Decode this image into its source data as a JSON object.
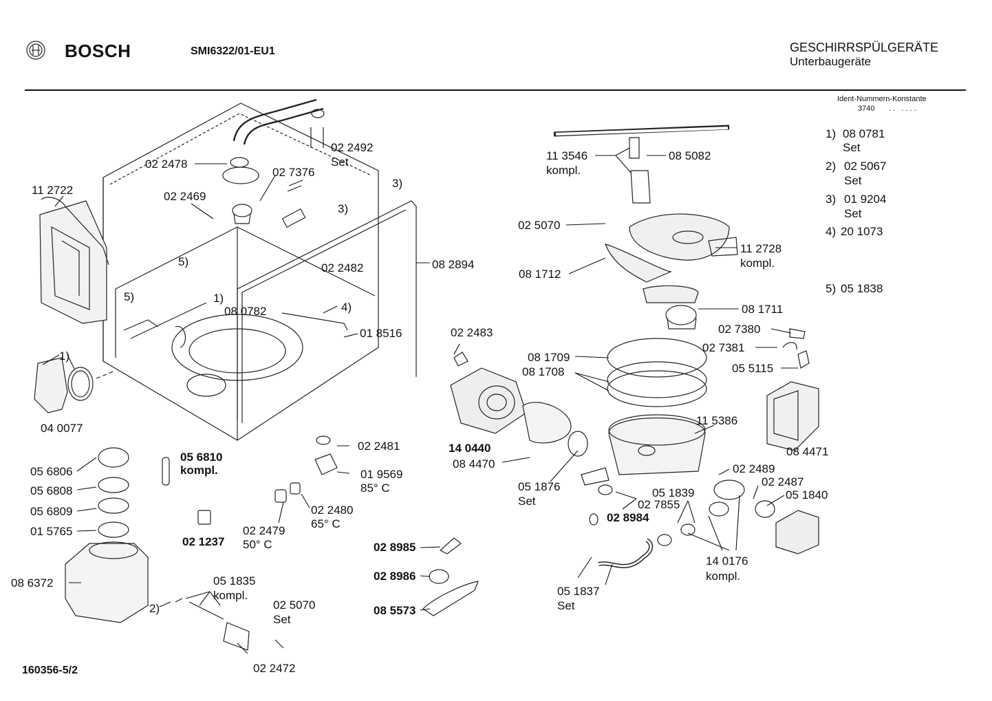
{
  "header": {
    "brand": "BOSCH",
    "model": "SMI6322/01-EU1",
    "category": "GESCHIRRSPÜLGERÄTE",
    "subcategory": "Unterbaugeräte",
    "ident_caption": "Ident-Nummern-Konstante",
    "ident_value": "3740",
    "ident_dots": ". .   . . . ."
  },
  "footer": {
    "document_number": "160356-5/2"
  },
  "legend": [
    {
      "key": "1)",
      "part": "08 0781",
      "note": "Set"
    },
    {
      "key": "2)",
      "part": "02 5067",
      "note": "Set"
    },
    {
      "key": "3)",
      "part": "01 9204",
      "note": "Set"
    },
    {
      "key": "4)",
      "part": "20 1073",
      "note": ""
    },
    {
      "key": "5)",
      "part": "05 1838",
      "note": ""
    }
  ],
  "labels": {
    "p022478": "02 2478",
    "p022492": "02 2492",
    "p022492_set": "Set",
    "p027376": "02 7376",
    "p022469": "02 2469",
    "p112722": "11 2722",
    "r3_a": "3)",
    "r3_b": "3)",
    "r5_a": "5)",
    "r5_b": "5)",
    "r1_a": "1)",
    "r1_b": "1)",
    "r4": "4)",
    "r2": "2)",
    "p080782": "08 0782",
    "p022482": "02 2482",
    "p082894": "08 2894",
    "p018516": "01 8516",
    "p040077": "04 0077",
    "p022481": "02 2481",
    "p019569": "01 9569",
    "t85": "85° C",
    "p056810": "05 6810",
    "p056810_k": "kompl.",
    "p056806": "05 6806",
    "p056808": "05 6808",
    "p056809": "05 6809",
    "p015765": "01 5765",
    "p086372": "08 6372",
    "p021237": "02 1237",
    "p022480": "02 2480",
    "t65": "65° C",
    "p022479": "02 2479",
    "t50": "50° C",
    "p051835": "05 1835",
    "p051835_k": "kompl.",
    "p025070b": "02 5070",
    "p025070b_set": "Set",
    "p022472": "02 2472",
    "p113546": "11 3546",
    "p113546_k": "kompl.",
    "p085082": "08 5082",
    "p025070a": "02 5070",
    "p112728": "11 2728",
    "p112728_k": "kompl.",
    "p081712": "08 1712",
    "p081711": "08 1711",
    "p027380": "02 7380",
    "p027381": "02 7381",
    "p055115": "05 5115",
    "p081709": "08 1709",
    "p081708": "08 1708",
    "p022483": "02 2483",
    "p115386": "11 5386",
    "p084471": "08 4471",
    "p140440": "14 0440",
    "p084470": "08 4470",
    "p022489": "02 2489",
    "p022487": "02 2487",
    "p051876": "05 1876",
    "p051876_set": "Set",
    "p051839": "05 1839",
    "p051840": "05 1840",
    "p027855": "02 7855",
    "p028984": "02 8984",
    "p028985": "02 8985",
    "p028986": "02 8986",
    "p085573": "08 5573",
    "p140176": "14 0176",
    "p140176_k": "kompl.",
    "p051837": "05 1837",
    "p051837_set": "Set"
  }
}
